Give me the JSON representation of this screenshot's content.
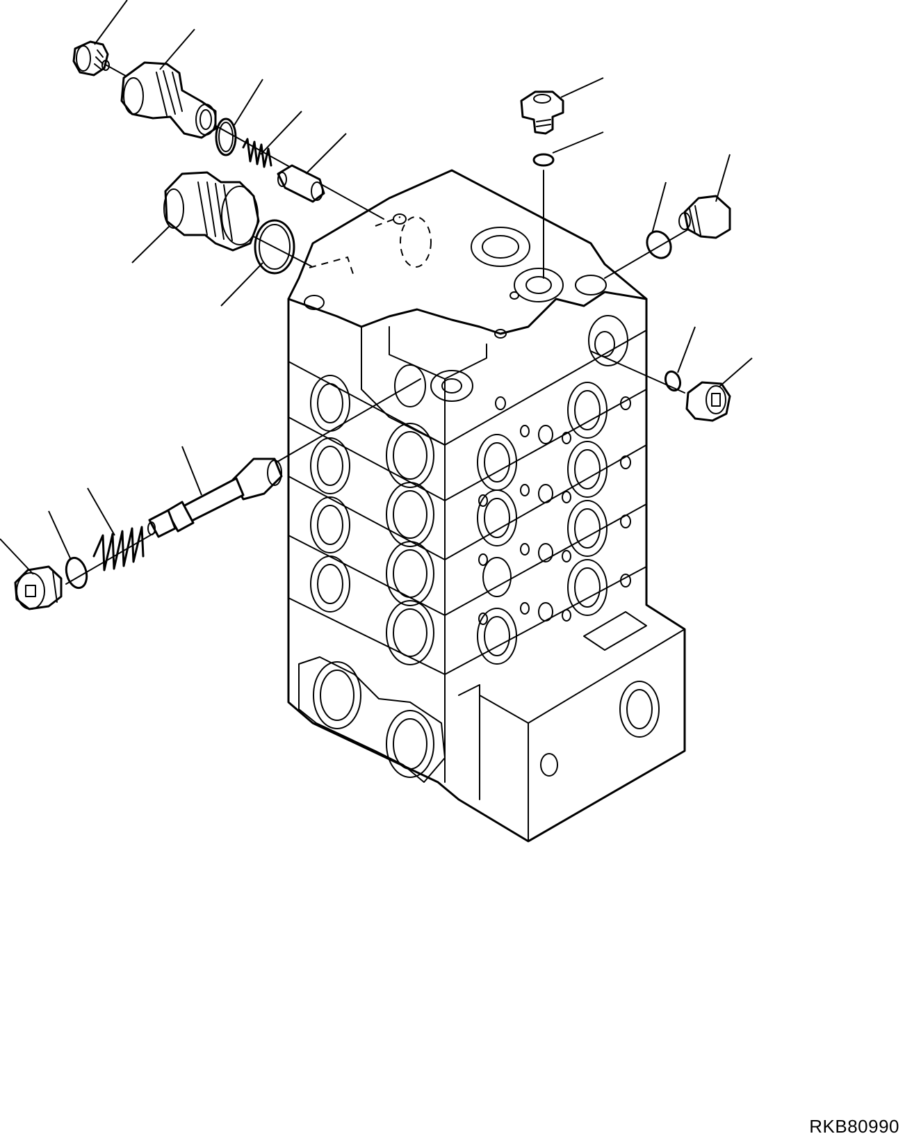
{
  "drawing_code": "RKB80990",
  "parts": [
    {
      "id": "plug-top-left"
    },
    {
      "id": "valve-body-top-left"
    },
    {
      "id": "o-ring-small-top"
    },
    {
      "id": "spring-small-top"
    },
    {
      "id": "piston-small-top"
    },
    {
      "id": "plug-large-left"
    },
    {
      "id": "o-ring-large-left"
    },
    {
      "id": "plug-top-center"
    },
    {
      "id": "o-ring-top-center"
    },
    {
      "id": "o-ring-right-upper"
    },
    {
      "id": "plug-right-upper"
    },
    {
      "id": "o-ring-right-lower"
    },
    {
      "id": "plug-right-lower"
    },
    {
      "id": "spool-left"
    },
    {
      "id": "spring-left"
    },
    {
      "id": "o-ring-left"
    },
    {
      "id": "plug-left-bottom"
    }
  ]
}
